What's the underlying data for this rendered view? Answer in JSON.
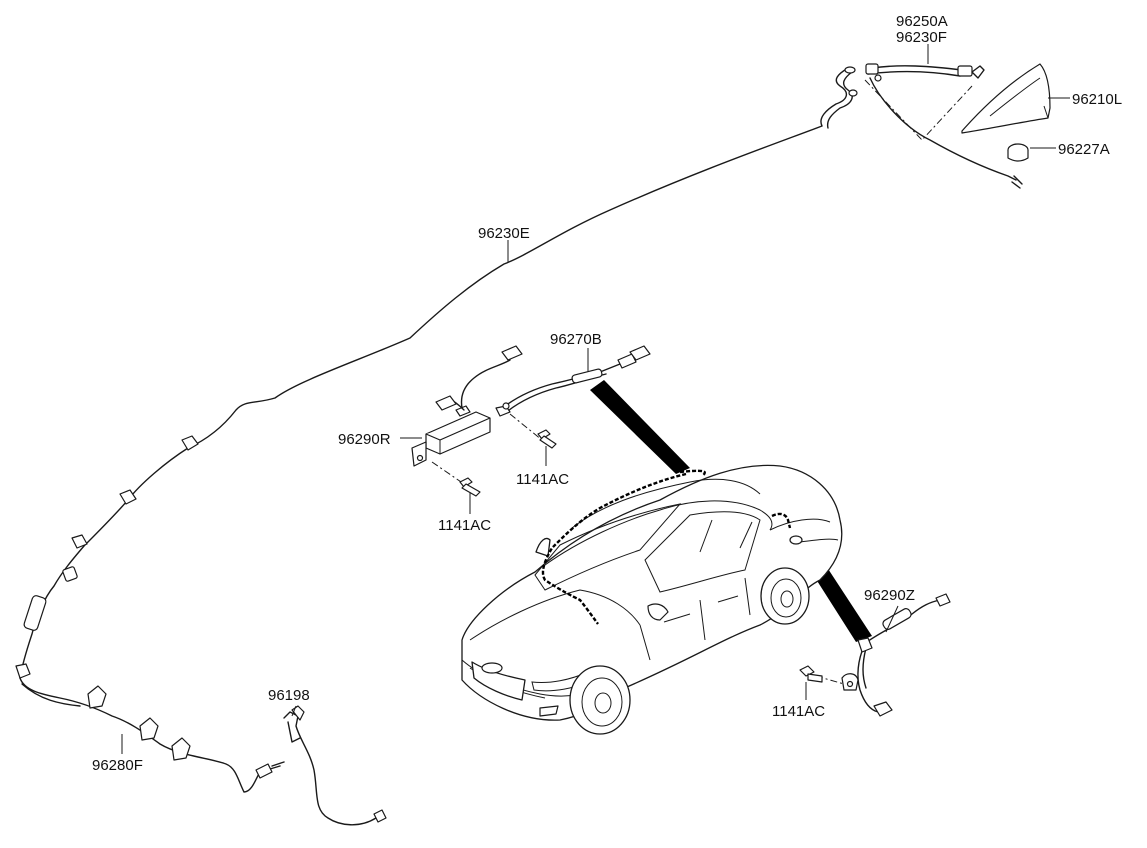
{
  "labels": {
    "p96250A": "96250A",
    "p96230F": "96230F",
    "p96210L": "96210L",
    "p96227A": "96227A",
    "p96230E": "96230E",
    "p96270B": "96270B",
    "p96290R": "96290R",
    "p1141AC_a": "1141AC",
    "p1141AC_b": "1141AC",
    "p96290Z": "96290Z",
    "p1141AC_c": "1141AC",
    "p96198": "96198",
    "p96280F": "96280F"
  }
}
